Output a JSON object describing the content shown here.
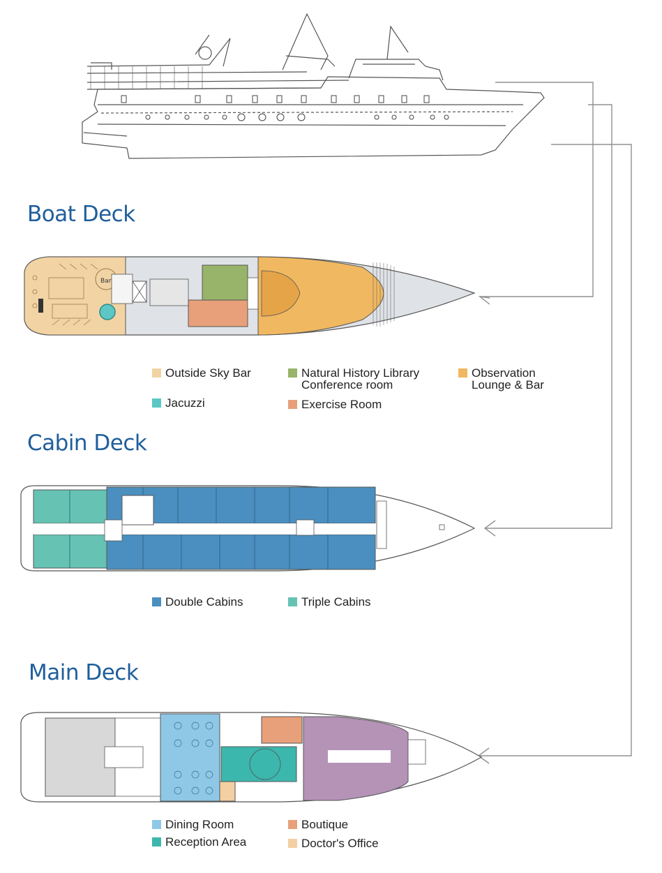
{
  "colors": {
    "title_blue": "#1f5e9c",
    "outside_sky_bar": "#f2d3a3",
    "jacuzzi": "#5cc7c4",
    "library": "#98b46a",
    "exercise": "#e8a07a",
    "observation": "#f0b860",
    "double_cabins": "#4a8fbf",
    "triple_cabins": "#66c3b3",
    "dining": "#8fc7e6",
    "reception": "#3cb7ad",
    "boutique": "#e8a07a",
    "doctor": "#f3cfa2",
    "crew": "#d8d8d8",
    "aft_cabins": "#b493b7",
    "deck_fill": "#dfe2e6",
    "arrow": "#909090"
  },
  "decks": {
    "boat": {
      "title": "Boat Deck",
      "bar_label": "Bar",
      "legend": [
        {
          "key": "outside_sky_bar",
          "label": "Outside Sky Bar"
        },
        {
          "key": "library",
          "label": "Natural History Library\nConference room"
        },
        {
          "key": "observation",
          "label": "Observation\nLounge & Bar"
        },
        {
          "key": "jacuzzi",
          "label": "Jacuzzi"
        },
        {
          "key": "exercise",
          "label": "Exercise Room"
        }
      ]
    },
    "cabin": {
      "title": "Cabin Deck",
      "legend": [
        {
          "key": "double_cabins",
          "label": "Double Cabins"
        },
        {
          "key": "triple_cabins",
          "label": "Triple Cabins"
        }
      ]
    },
    "main": {
      "title": "Main Deck",
      "legend": [
        {
          "key": "dining",
          "label": "Dining Room"
        },
        {
          "key": "boutique",
          "label": "Boutique"
        },
        {
          "key": "reception",
          "label": "Reception Area"
        },
        {
          "key": "doctor",
          "label": "Doctor's Office"
        }
      ]
    }
  }
}
